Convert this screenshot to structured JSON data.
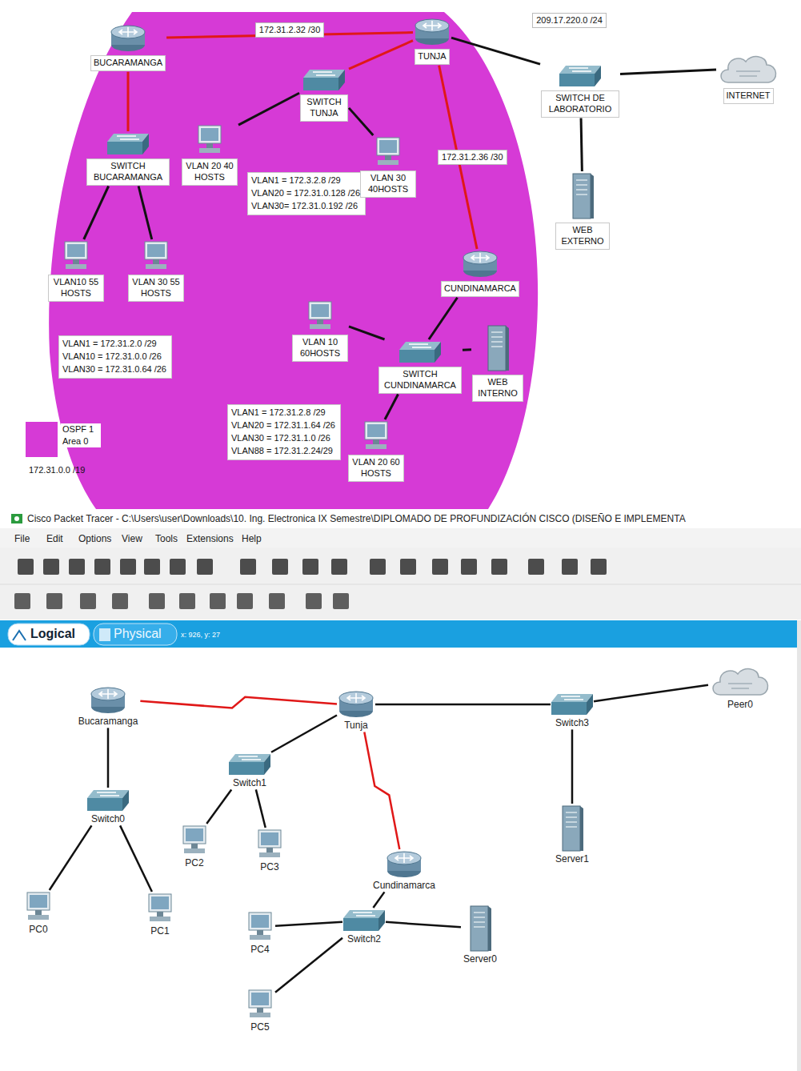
{
  "diagram": {
    "nodes": [
      {
        "text": [
          "BUCARAMANGA"
        ]
      },
      {
        "text": [
          "TUNJA"
        ]
      },
      {
        "text": [
          "SWITCH TUNJA"
        ]
      },
      {
        "text": [
          "VLAN 20 40 HOSTS"
        ]
      },
      {
        "text": [
          "VLAN 30 40HOSTS"
        ]
      },
      {
        "text": [
          "SWITCH BUCARAMANGA"
        ]
      },
      {
        "text": [
          "VLAN10 55 HOSTS"
        ]
      },
      {
        "text": [
          "VLAN 30 55 HOSTS"
        ]
      },
      {
        "text": [
          "CUNDINAMARCA"
        ]
      },
      {
        "text": [
          "SWITCH CUNDINAMARCA"
        ]
      },
      {
        "text": [
          "VLAN 10 60HOSTS"
        ]
      },
      {
        "text": [
          "WEB INTERNO"
        ]
      },
      {
        "text": [
          "VLAN 20 60 HOSTS"
        ]
      },
      {
        "text": [
          "SWITCH DE LABORATORIO"
        ]
      },
      {
        "text": [
          "INTERNET"
        ]
      },
      {
        "text": [
          "WEB EXTERNO"
        ]
      },
      {
        "text": [
          "Bucaramanga"
        ]
      },
      {
        "text": [
          "Tunja"
        ]
      },
      {
        "text": [
          "Switch3"
        ]
      },
      {
        "text": [
          "Peer0"
        ]
      },
      {
        "text": [
          "Switch1"
        ]
      },
      {
        "text": [
          "Switch0"
        ]
      },
      {
        "text": [
          "PC2"
        ]
      },
      {
        "text": [
          "PC3"
        ]
      },
      {
        "text": [
          "Server1"
        ]
      },
      {
        "text": [
          "PC0"
        ]
      },
      {
        "text": [
          "PC1"
        ]
      },
      {
        "text": [
          "Cundinamarca"
        ]
      },
      {
        "text": [
          "Switch2"
        ]
      },
      {
        "text": [
          "PC4"
        ]
      },
      {
        "text": [
          "Server0"
        ]
      },
      {
        "text": [
          "PC5"
        ]
      }
    ],
    "edges": [
      {
        "from": 0,
        "to": 1,
        "label": "172.31.2.32 /30",
        "arrow": "none"
      },
      {
        "from": 1,
        "to": 8,
        "label": "172.31.2.36 /30",
        "arrow": "none"
      },
      {
        "from": 1,
        "to": 2,
        "arrow": "none"
      },
      {
        "from": 0,
        "to": 5,
        "arrow": "none"
      },
      {
        "from": 2,
        "to": 3,
        "arrow": "none"
      },
      {
        "from": 2,
        "to": 4,
        "arrow": "none"
      },
      {
        "from": 5,
        "to": 6,
        "arrow": "none"
      },
      {
        "from": 5,
        "to": 7,
        "arrow": "none"
      },
      {
        "from": 8,
        "to": 9,
        "arrow": "none"
      },
      {
        "from": 9,
        "to": 10,
        "arrow": "none"
      },
      {
        "from": 9,
        "to": 11,
        "arrow": "none"
      },
      {
        "from": 9,
        "to": 12,
        "arrow": "none"
      },
      {
        "from": 1,
        "to": 13,
        "label": "209.17.220.0 /24",
        "arrow": "none"
      },
      {
        "from": 13,
        "to": 14,
        "arrow": "none"
      },
      {
        "from": 13,
        "to": 15,
        "arrow": "none"
      },
      {
        "from": 16,
        "to": 17,
        "arrow": "none"
      },
      {
        "from": 17,
        "to": 27,
        "arrow": "none"
      },
      {
        "from": 16,
        "to": 21,
        "arrow": "none"
      },
      {
        "from": 21,
        "to": 25,
        "arrow": "none"
      },
      {
        "from": 21,
        "to": 26,
        "arrow": "none"
      },
      {
        "from": 17,
        "to": 20,
        "arrow": "none"
      },
      {
        "from": 20,
        "to": 22,
        "arrow": "none"
      },
      {
        "from": 20,
        "to": 23,
        "arrow": "none"
      },
      {
        "from": 17,
        "to": 18,
        "arrow": "none"
      },
      {
        "from": 18,
        "to": 19,
        "arrow": "none"
      },
      {
        "from": 18,
        "to": 24,
        "arrow": "none"
      },
      {
        "from": 27,
        "to": 28,
        "arrow": "none"
      },
      {
        "from": 28,
        "to": 29,
        "arrow": "none"
      },
      {
        "from": 28,
        "to": 31,
        "arrow": "none"
      },
      {
        "from": 28,
        "to": 30,
        "arrow": "none"
      }
    ],
    "labels": [
      "VLAN1 = 172.3.2.8 /29",
      "VLAN20 = 172.31.0.128 /26",
      "VLAN30= 172.31.0.192 /26",
      "VLAN1 = 172.31.2.0 /29",
      "VLAN10 = 172.31.0.0 /26",
      "VLAN30 = 172.31.0.64 /26",
      "VLAN1 = 172.31.2.8 /29",
      "VLAN20 = 172.31.1.64 /26",
      "VLAN30 = 172.31.1.0 /26",
      "VLAN88 = 172.31.2.24/29",
      "172.31.0.0 /19",
      "Cisco Packet Tracer - C:\\Users\\user\\Downloads\\10. Ing. Electronica IX Semestre\\DIPLOMADO DE PROFUNDIZACIÓN CISCO (DISEÑO E IMPLEMENTA",
      "File",
      "Edit",
      "Options",
      "View",
      "Tools",
      "Extensions",
      "Help",
      "Logical",
      "Physical",
      "x: 926, y: 27"
    ],
    "legend": [
      {
        "text": "OSPF 1 Area 0",
        "color": "#d63ad6"
      }
    ]
  }
}
